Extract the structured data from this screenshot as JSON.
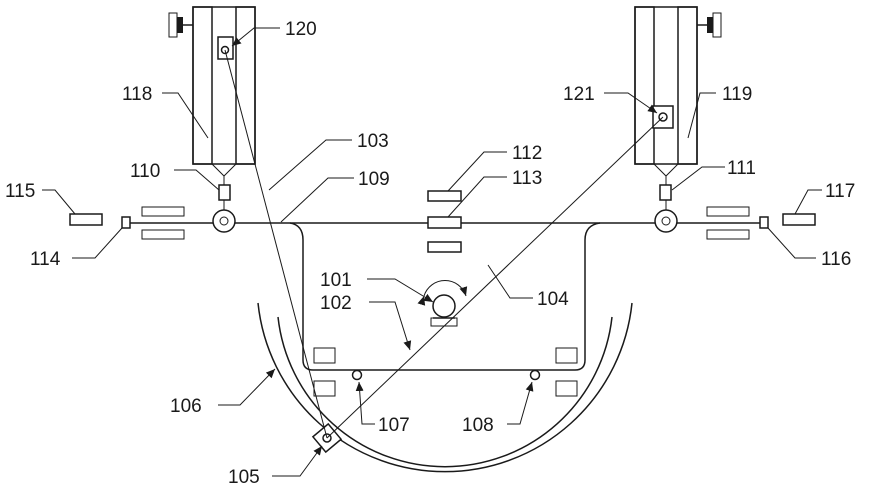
{
  "labels": {
    "l101": "101",
    "l102": "102",
    "l103": "103",
    "l104": "104",
    "l105": "105",
    "l106": "106",
    "l107": "107",
    "l108": "108",
    "l109": "109",
    "l110": "110",
    "l111": "111",
    "l112": "112",
    "l113": "113",
    "l114": "114",
    "l115": "115",
    "l116": "116",
    "l117": "117",
    "l118": "118",
    "l119": "119",
    "l120": "120",
    "l121": "121"
  },
  "colors": {
    "ink": "#1a1a1a",
    "paper": "#ffffff"
  }
}
